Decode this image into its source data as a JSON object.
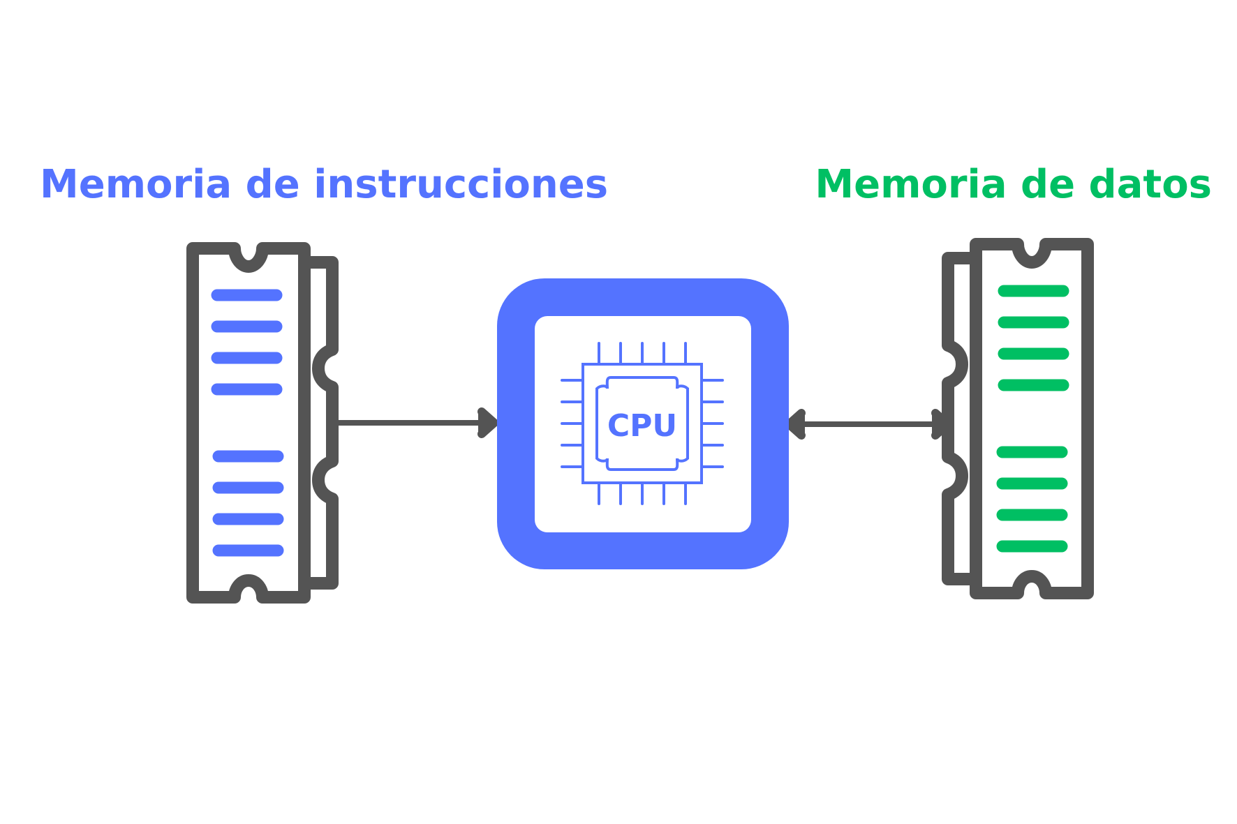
{
  "labels": {
    "instruction_memory": "Memoria de instrucciones",
    "data_memory": "Memoria de datos",
    "cpu": "CPU"
  },
  "colors": {
    "instruction_accent": "#5473ff",
    "data_accent": "#00bf63",
    "outline": "#545454",
    "cpu_frame": "#5473ff",
    "background": "#ffffff"
  },
  "icons": {
    "instruction_memory": "ram-module-icon",
    "data_memory": "ram-module-icon",
    "cpu": "cpu-chip-icon"
  },
  "connections": [
    {
      "from": "instruction_memory",
      "to": "cpu",
      "direction": "one-way"
    },
    {
      "from": "cpu",
      "to": "data_memory",
      "direction": "two-way"
    }
  ]
}
